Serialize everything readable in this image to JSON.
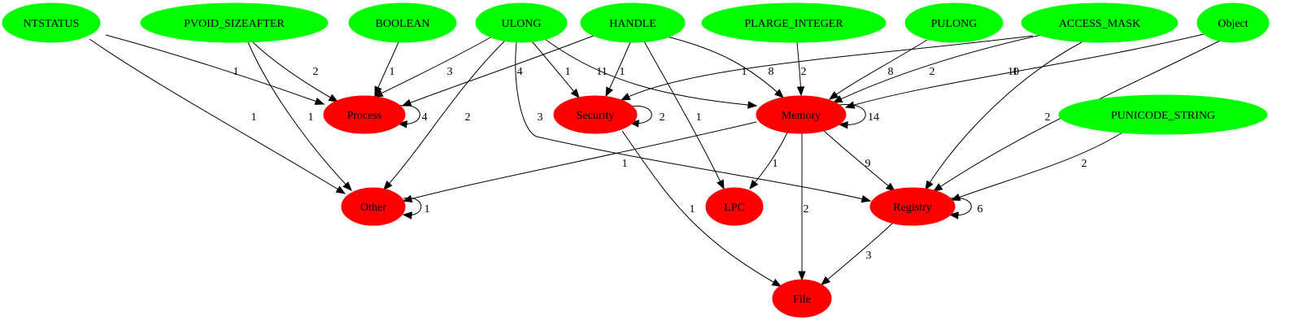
{
  "diagram": {
    "nodes": [
      {
        "id": "NTSTATUS",
        "label": "NTSTATUS",
        "color": "#00ff00"
      },
      {
        "id": "PVOID_SIZEAFTER",
        "label": "PVOID_SIZEAFTER",
        "color": "#00ff00"
      },
      {
        "id": "BOOLEAN",
        "label": "BOOLEAN",
        "color": "#00ff00"
      },
      {
        "id": "ULONG",
        "label": "ULONG",
        "color": "#00ff00"
      },
      {
        "id": "HANDLE",
        "label": "HANDLE",
        "color": "#00ff00"
      },
      {
        "id": "PLARGE_INTEGER",
        "label": "PLARGE_INTEGER",
        "color": "#00ff00"
      },
      {
        "id": "PULONG",
        "label": "PULONG",
        "color": "#00ff00"
      },
      {
        "id": "ACCESS_MASK",
        "label": "ACCESS_MASK",
        "color": "#00ff00"
      },
      {
        "id": "Object",
        "label": "Object",
        "color": "#00ff00"
      },
      {
        "id": "PUNICODE_STRING",
        "label": "PUNICODE_STRING",
        "color": "#00ff00"
      },
      {
        "id": "Process",
        "label": "Process",
        "color": "#ff0000"
      },
      {
        "id": "Security",
        "label": "Security",
        "color": "#ff0000"
      },
      {
        "id": "Memory",
        "label": "Memory",
        "color": "#ff0000"
      },
      {
        "id": "Other",
        "label": "Other",
        "color": "#ff0000"
      },
      {
        "id": "LPC",
        "label": "LPC",
        "color": "#ff0000"
      },
      {
        "id": "Registry",
        "label": "Registry",
        "color": "#ff0000"
      },
      {
        "id": "File",
        "label": "File",
        "color": "#ff0000"
      }
    ],
    "edges": [
      {
        "from": "NTSTATUS",
        "to": "Process",
        "label": "1"
      },
      {
        "from": "NTSTATUS",
        "to": "Other",
        "label": "1"
      },
      {
        "from": "PVOID_SIZEAFTER",
        "to": "Process",
        "label": "2"
      },
      {
        "from": "PVOID_SIZEAFTER",
        "to": "Other",
        "label": "1"
      },
      {
        "from": "BOOLEAN",
        "to": "Process",
        "label": "1"
      },
      {
        "from": "ULONG",
        "to": "Process",
        "label": "3"
      },
      {
        "from": "ULONG",
        "to": "Other",
        "label": "2"
      },
      {
        "from": "ULONG",
        "to": "Registry",
        "label": "3"
      },
      {
        "from": "ULONG",
        "to": "Security",
        "label": "1"
      },
      {
        "from": "ULONG",
        "to": "Memory",
        "label": "11"
      },
      {
        "from": "HANDLE",
        "to": "Process",
        "label": "4"
      },
      {
        "from": "HANDLE",
        "to": "Security",
        "label": "1"
      },
      {
        "from": "HANDLE",
        "to": "LPC",
        "label": "1"
      },
      {
        "from": "HANDLE",
        "to": "Memory",
        "label": "8"
      },
      {
        "from": "PLARGE_INTEGER",
        "to": "Memory",
        "label": "2"
      },
      {
        "from": "PULONG",
        "to": "Memory",
        "label": "8"
      },
      {
        "from": "ACCESS_MASK",
        "to": "Security",
        "label": "1"
      },
      {
        "from": "ACCESS_MASK",
        "to": "Memory",
        "label": "2"
      },
      {
        "from": "ACCESS_MASK",
        "to": "Registry",
        "label": "10"
      },
      {
        "from": "Object",
        "to": "Memory",
        "label": "1"
      },
      {
        "from": "Object",
        "to": "Registry",
        "label": "2"
      },
      {
        "from": "PUNICODE_STRING",
        "to": "Registry",
        "label": "2"
      },
      {
        "from": "Process",
        "to": "Process",
        "label": "4"
      },
      {
        "from": "Security",
        "to": "Security",
        "label": "2"
      },
      {
        "from": "Security",
        "to": "File",
        "label": "1"
      },
      {
        "from": "Memory",
        "to": "Memory",
        "label": "14"
      },
      {
        "from": "Memory",
        "to": "Other",
        "label": "1"
      },
      {
        "from": "Memory",
        "to": "LPC",
        "label": "1"
      },
      {
        "from": "Memory",
        "to": "File",
        "label": "2"
      },
      {
        "from": "Memory",
        "to": "Registry",
        "label": "9"
      },
      {
        "from": "Other",
        "to": "Other",
        "label": "1"
      },
      {
        "from": "Registry",
        "to": "Registry",
        "label": "6"
      },
      {
        "from": "Registry",
        "to": "File",
        "label": "3"
      }
    ]
  }
}
